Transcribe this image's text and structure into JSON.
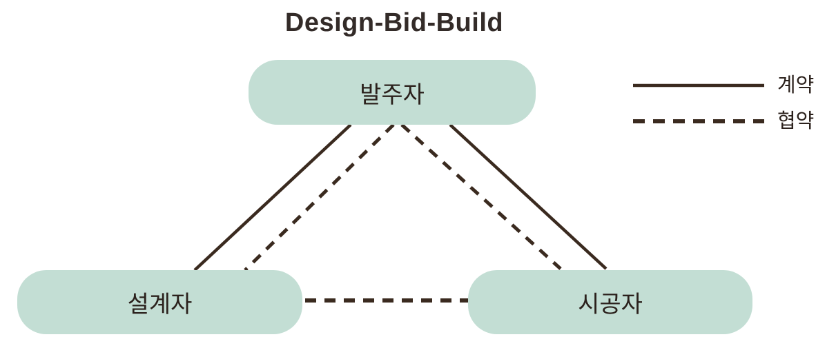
{
  "title": "Design-Bid-Build",
  "nodes": {
    "owner": {
      "label": "발주자"
    },
    "designer": {
      "label": "설계자"
    },
    "contractor": {
      "label": "시공자"
    }
  },
  "edges": [
    {
      "from": "발주자",
      "to": "설계자",
      "type": "계약",
      "style": "solid"
    },
    {
      "from": "발주자",
      "to": "설계자",
      "type": "협약",
      "style": "dashed"
    },
    {
      "from": "발주자",
      "to": "시공자",
      "type": "계약",
      "style": "solid"
    },
    {
      "from": "발주자",
      "to": "시공자",
      "type": "협약",
      "style": "dashed"
    },
    {
      "from": "설계자",
      "to": "시공자",
      "type": "협약",
      "style": "dashed"
    }
  ],
  "legend": {
    "contract": {
      "label": "계약",
      "style": "solid"
    },
    "agreement": {
      "label": "협약",
      "style": "dashed"
    }
  },
  "colors": {
    "node_fill": "#c3ded4",
    "line": "#3a2a1f",
    "text": "#2b211c",
    "title": "#332b28",
    "background": "#ffffff"
  }
}
